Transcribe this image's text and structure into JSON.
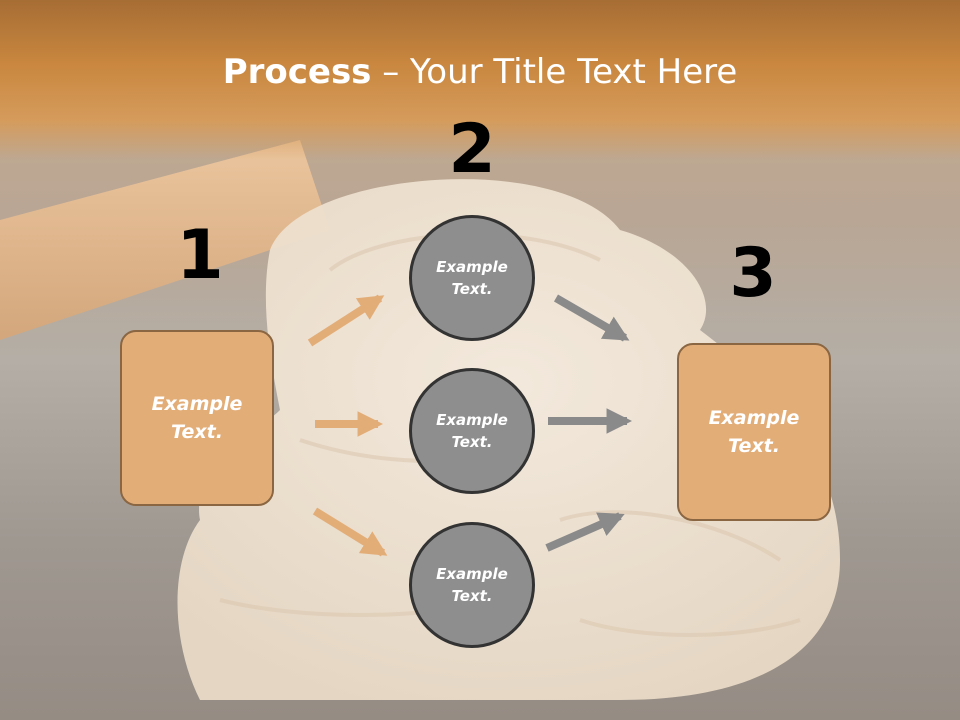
{
  "slide": {
    "title_bold": "Process",
    "title_rest": " – Your Title Text Here",
    "steps": [
      {
        "number": "1",
        "text": "Example\nText."
      },
      {
        "number": "2"
      },
      {
        "number": "3",
        "text": "Example\nText."
      }
    ],
    "circles": [
      {
        "text": "Example\nText."
      },
      {
        "text": "Example\nText."
      },
      {
        "text": "Example\nText."
      }
    ]
  },
  "colors": {
    "header": "#c9873f",
    "box_fill": "#e3ad78",
    "box_border": "#8a6642",
    "circle_fill": "#8e8e8e",
    "circle_border": "#333333",
    "arrow_orange": "#e3ad78",
    "arrow_gray": "#8a8a8a"
  }
}
